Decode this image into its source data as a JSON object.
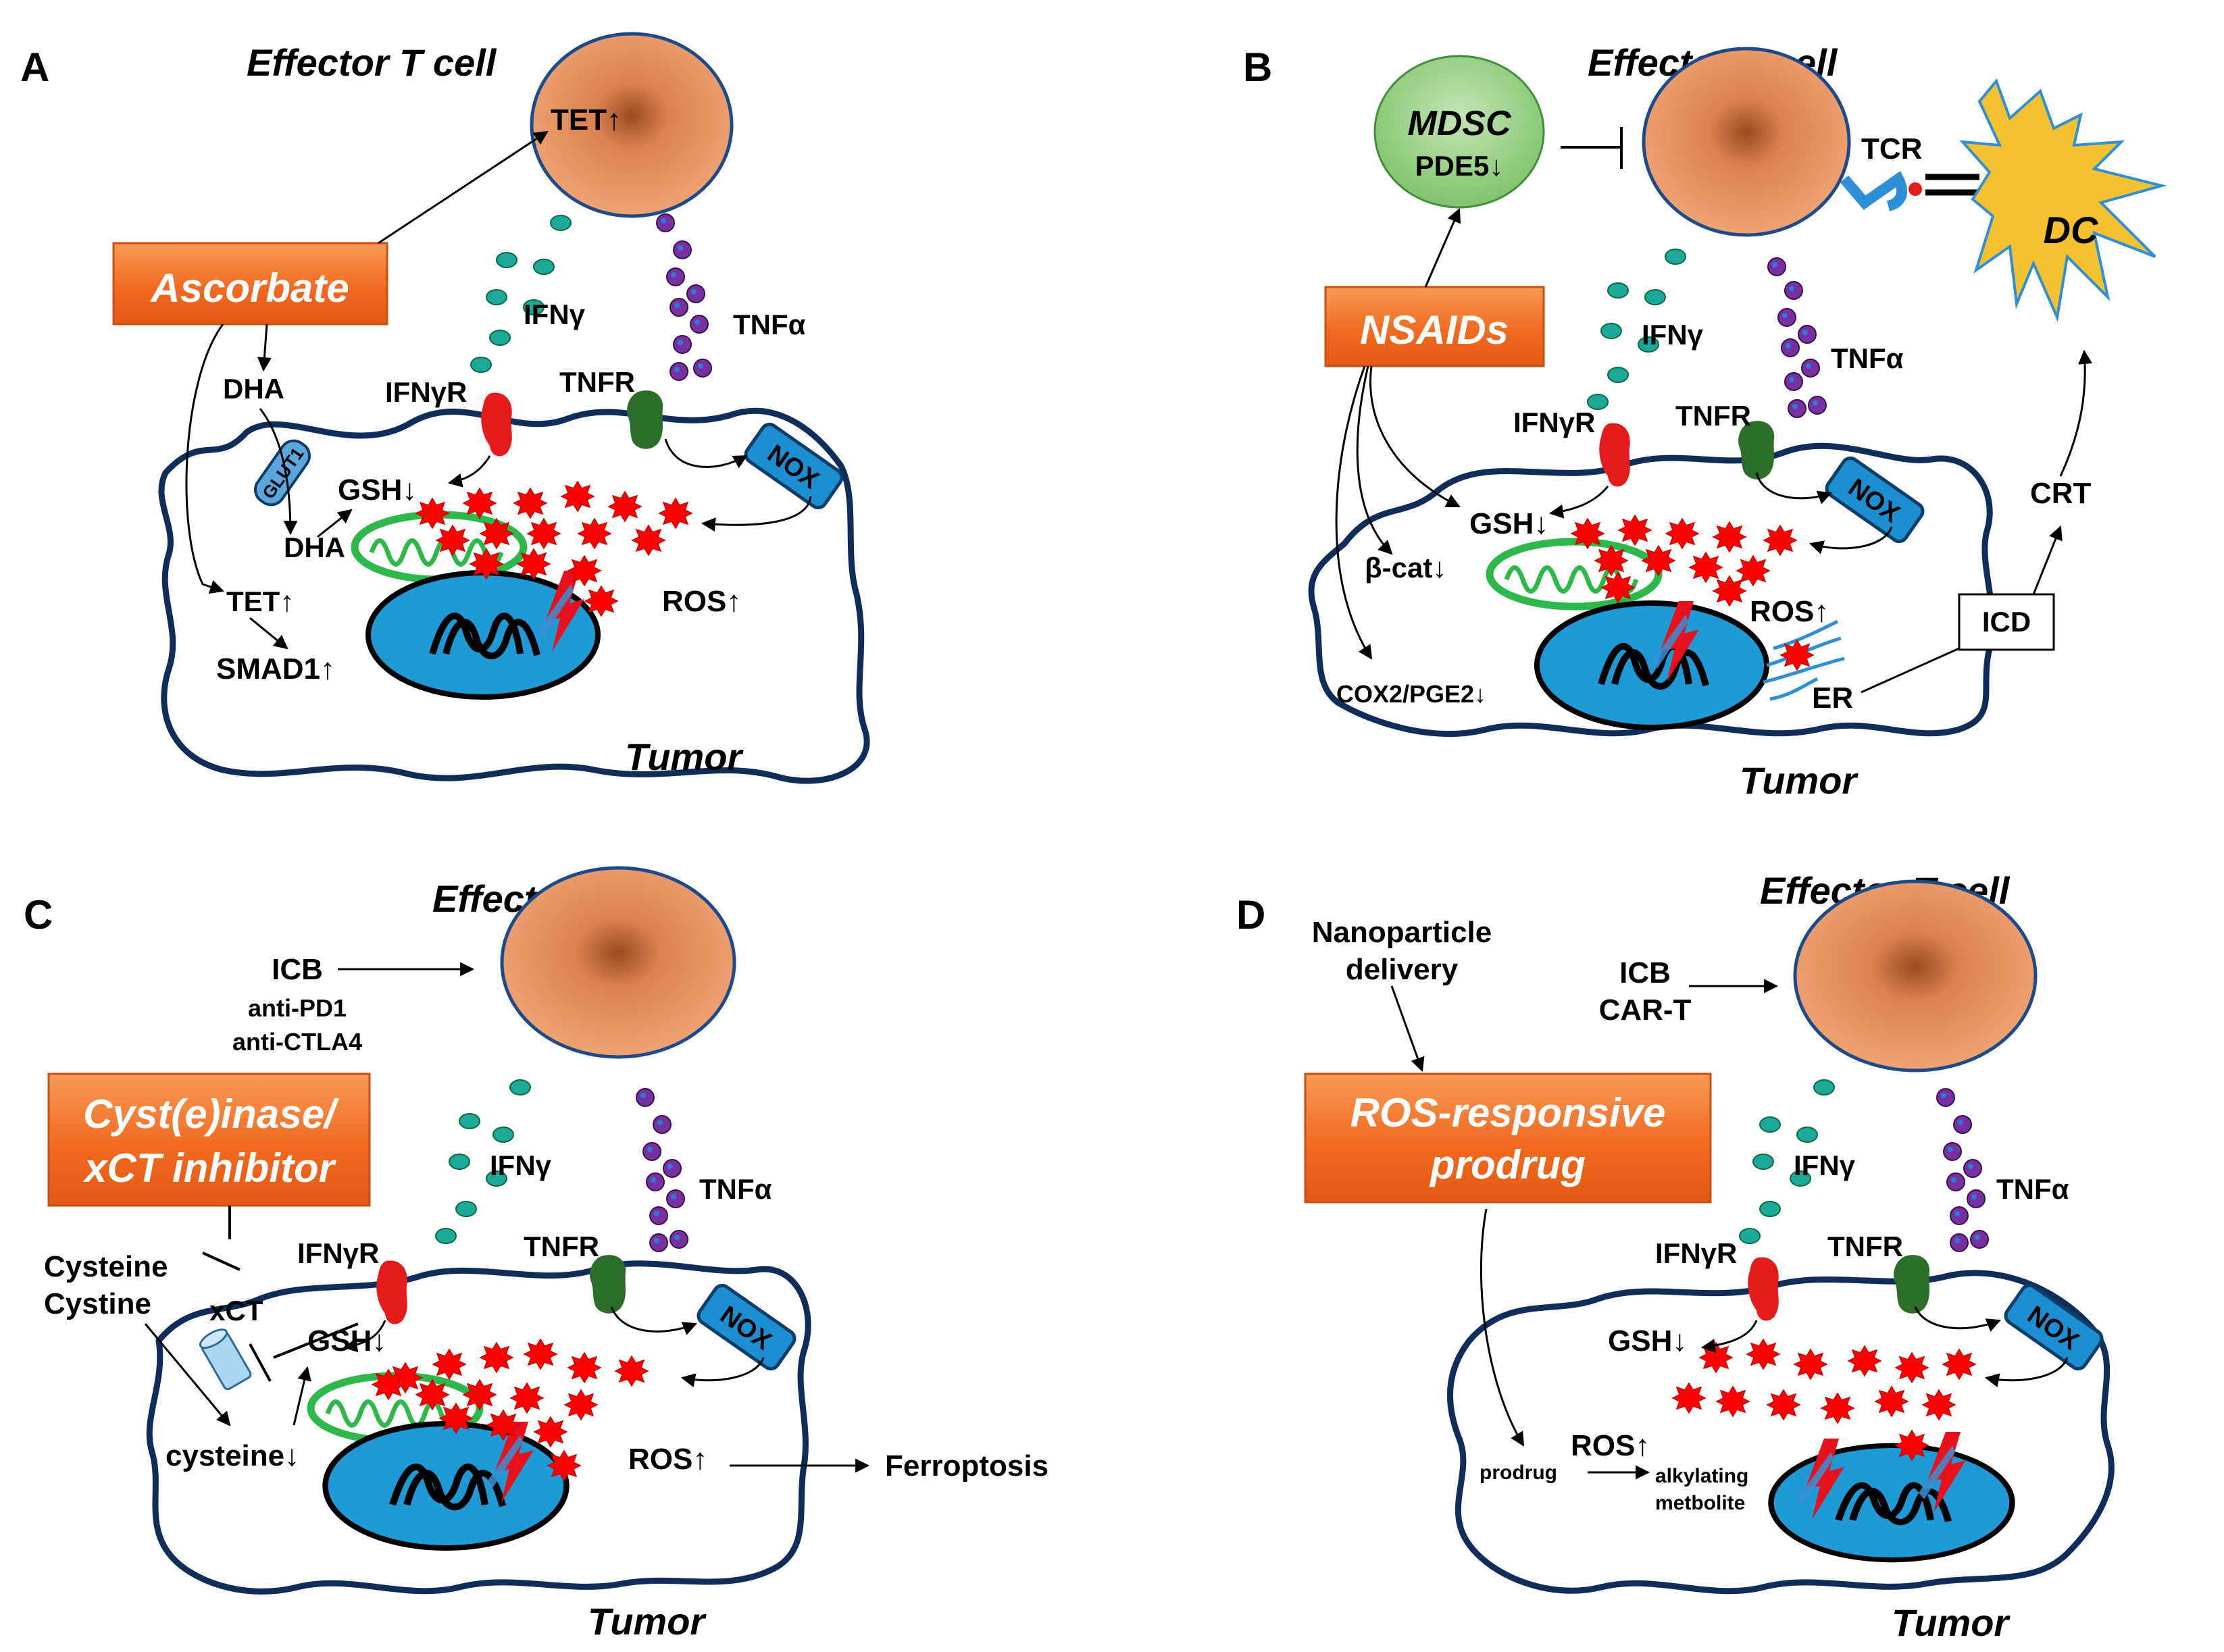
{
  "colors": {
    "tcell": "#f0a070",
    "tumor_outline": "#0f2d5a",
    "nucleus": "#1e9ad6",
    "mito": "#2db84a",
    "ros": "#ff0000",
    "ifng": "#1aa99a",
    "tnfa": "#7a2fa0",
    "nox": "#1b8fd1",
    "drug_box": "#f26a21",
    "mdsc": "#8fcd7c",
    "dc": "#f6c12e"
  },
  "common": {
    "effector": "Effector T cell",
    "tumor": "Tumor",
    "ifng": "IFNγ",
    "tnfa": "TNFα",
    "ifngr": "IFNγR",
    "tnfr": "TNFR",
    "nox": "NOX"
  },
  "A": {
    "letter": "A",
    "drug": "Ascorbate",
    "tet_tcell": "TET↑",
    "dha1": "DHA",
    "dha2": "DHA",
    "glut": "GLUT1",
    "gsh": "GSH↓",
    "tet": "TET↑",
    "smad": "SMAD1↑",
    "ros": "ROS↑"
  },
  "B": {
    "letter": "B",
    "mdsc": "MDSC",
    "pde5": "PDE5↓",
    "tcr": "TCR",
    "dc": "DC",
    "drug": "NSAIDs",
    "gsh": "GSH↓",
    "bcat": "β-cat↓",
    "cox": "COX2/PGE2↓",
    "ros": "ROS↑",
    "er": "ER",
    "icd": "ICD",
    "crt": "CRT"
  },
  "C": {
    "letter": "C",
    "icb": "ICB",
    "pd1": "anti-PD1",
    "ctla4": "anti-CTLA4",
    "drug1": "Cyst(e)inase/",
    "drug2": "xCT inhibitor",
    "cysteine": "Cysteine",
    "cystine": "Cystine",
    "xct": "xCT",
    "gsh": "GSH↓",
    "cys_low": "cysteine↓",
    "ros": "ROS↑",
    "ferro": "Ferroptosis"
  },
  "D": {
    "letter": "D",
    "nano1": "Nanoparticle",
    "nano2": "delivery",
    "icb": "ICB",
    "cart": "CAR-T",
    "drug1": "ROS-responsive",
    "drug2": "prodrug",
    "gsh": "GSH↓",
    "ros": "ROS↑",
    "prodrug": "prodrug",
    "alk1": "alkylating",
    "alk2": "metbolite"
  }
}
